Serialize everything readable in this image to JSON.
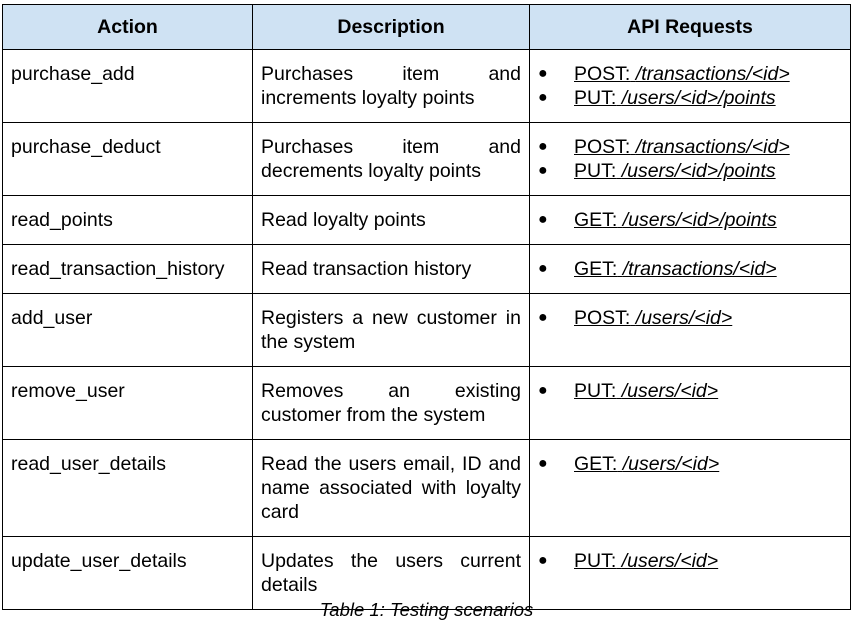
{
  "table": {
    "headers": [
      "Action",
      "Description",
      "API Requests"
    ],
    "rows": [
      {
        "action": "purchase_add",
        "description": "Purchases item and increments loyalty points",
        "requests": [
          {
            "method": "POST:",
            "path": "/transactions/<id>"
          },
          {
            "method": "PUT:",
            "path": "/users/<id>/points"
          }
        ]
      },
      {
        "action": "purchase_deduct",
        "description": "Purchases item and decrements loyalty points",
        "requests": [
          {
            "method": "POST:",
            "path": "/transactions/<id>"
          },
          {
            "method": "PUT:",
            "path": "/users/<id>/points"
          }
        ]
      },
      {
        "action": "read_points",
        "description": "Read loyalty points",
        "requests": [
          {
            "method": "GET:",
            "path": "/users/<id>/points"
          }
        ]
      },
      {
        "action": "read_transaction_history",
        "description": "Read transaction history",
        "requests": [
          {
            "method": "GET:",
            "path": "/transactions/<id>"
          }
        ]
      },
      {
        "action": "add_user",
        "description": "Registers a new customer in the system",
        "requests": [
          {
            "method": "POST:",
            "path": "/users/<id>"
          }
        ]
      },
      {
        "action": "remove_user",
        "description": "Removes an existing customer from the system",
        "requests": [
          {
            "method": "PUT:",
            "path": "/users/<id>"
          }
        ]
      },
      {
        "action": "read_user_details",
        "description": "Read the users email, ID and name associated with loyalty card",
        "requests": [
          {
            "method": "GET:",
            "path": "/users/<id>"
          }
        ]
      },
      {
        "action": "update_user_details",
        "description": "Updates the users current details",
        "requests": [
          {
            "method": "PUT:",
            "path": "/users/<id>"
          }
        ]
      }
    ]
  },
  "caption": "Table 1: Testing scenarios"
}
